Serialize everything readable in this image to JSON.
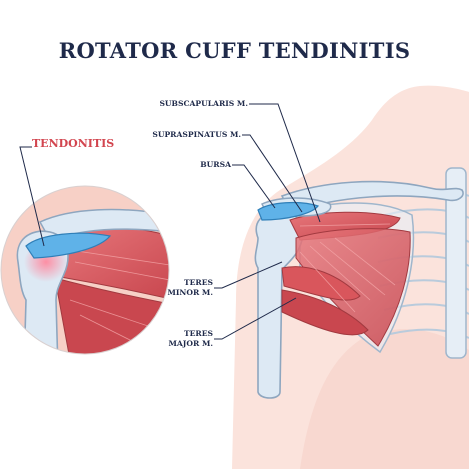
{
  "title": "ROTATOR CUFF TENDINITIS",
  "labels": {
    "tendonitis": "TENDONITIS",
    "subscapularis": "SUBSCAPULARIS M.",
    "supraspinatus": "SUPRASPINATUS M.",
    "bursa": "BURSA",
    "teres_minor_line1": "TERES",
    "teres_minor_line2": "MINOR M.",
    "teres_major_line1": "TERES",
    "teres_major_line2": "MAJOR M."
  },
  "colors": {
    "title": "#1f2a4a",
    "tendonitis": "#d2454f",
    "skin": "#fbe3dc",
    "bone": "#dde9f4",
    "muscle": "#d9565c",
    "bursa": "#5fb2e8"
  }
}
